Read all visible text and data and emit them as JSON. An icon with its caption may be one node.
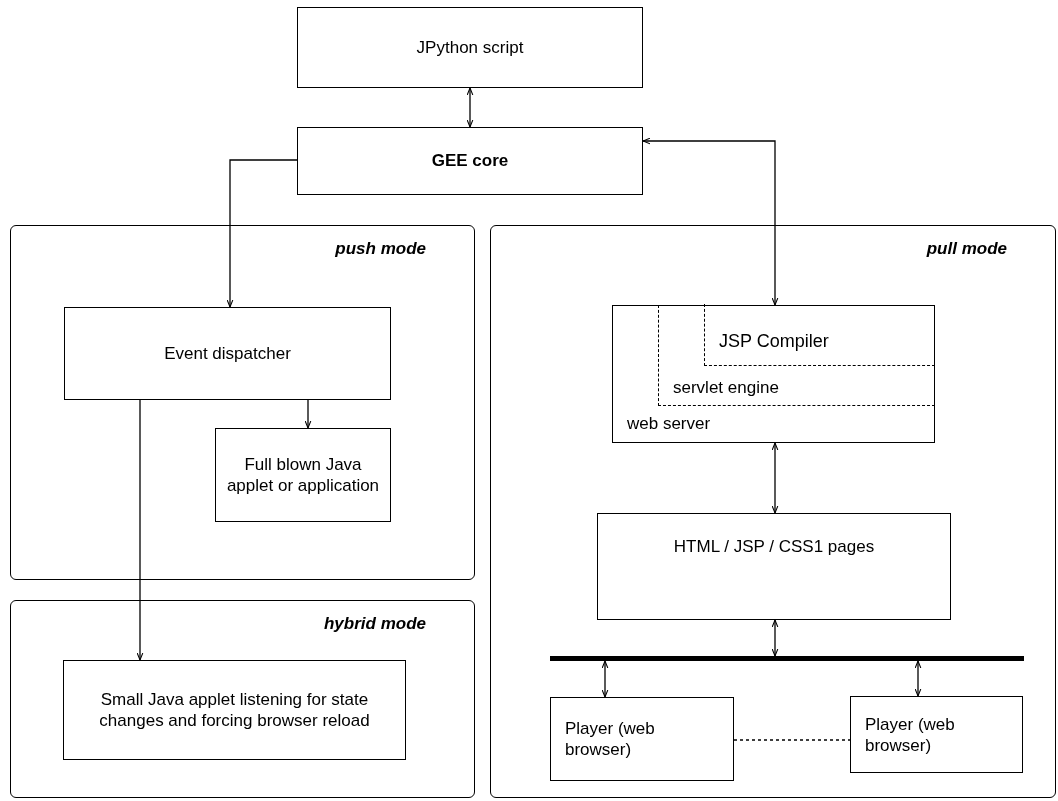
{
  "diagram": {
    "nodes": [
      {
        "text": [
          "JPython script"
        ]
      },
      {
        "text": [
          "GEE core"
        ]
      },
      {
        "text": [
          "push mode"
        ]
      },
      {
        "text": [
          "Event dispatcher"
        ],
        "in": 2
      },
      {
        "text": [
          "Full blown Java applet or application"
        ],
        "in": 2
      },
      {
        "text": [
          "hybrid mode"
        ]
      },
      {
        "text": [
          "Small Java applet listening for state changes and forcing browser reload"
        ],
        "in": 5
      },
      {
        "text": [
          "pull mode"
        ]
      },
      {
        "text": [
          "web server"
        ],
        "in": 7
      },
      {
        "text": [
          "servlet engine"
        ],
        "in": 8
      },
      {
        "text": [
          "JSP Compiler"
        ],
        "in": 9
      },
      {
        "text": [
          "HTML / JSP / CSS1 pages"
        ],
        "in": 7
      },
      {
        "text": [],
        "shape": "bar",
        "in": 7
      },
      {
        "text": [
          "Player (web browser)"
        ],
        "in": 7
      },
      {
        "text": [
          "Player (web browser)"
        ],
        "in": 7
      }
    ],
    "edges": [
      {
        "from": 0,
        "to": 1,
        "arrow": "both"
      },
      {
        "from": 1,
        "to": 3,
        "arrow": "to"
      },
      {
        "from": 8,
        "to": 1,
        "arrow": "both"
      },
      {
        "from": 3,
        "to": 4,
        "arrow": "to"
      },
      {
        "from": 3,
        "to": 6,
        "arrow": "to"
      },
      {
        "from": 8,
        "to": 11,
        "arrow": "both"
      },
      {
        "from": 11,
        "to": 12,
        "arrow": "both"
      },
      {
        "from": 12,
        "to": 13,
        "arrow": "both"
      },
      {
        "from": 12,
        "to": 14,
        "arrow": "both"
      },
      {
        "from": 13,
        "to": 14,
        "arrow": "none",
        "style": "dashed"
      }
    ]
  }
}
